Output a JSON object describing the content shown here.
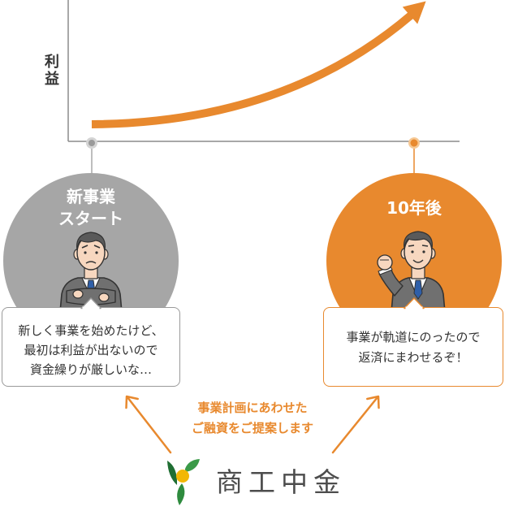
{
  "graph": {
    "y_axis_label": "利益",
    "curve_icon": "growth-arrow-icon"
  },
  "start": {
    "title_lines": [
      "新事業",
      "スタート"
    ],
    "speech_lines": [
      "新しく事業を始めたけど、",
      "最初は利益が出ないので",
      "資金繰りが厳しいな…"
    ],
    "icon": "worried-businessman-icon"
  },
  "after": {
    "title": "10年後",
    "speech_lines": [
      "事業が軌道にのったので",
      "返済にまわせるぞ！"
    ],
    "icon": "fist-pump-businessman-icon"
  },
  "proposal": {
    "lines": [
      "事業計画にあわせた",
      "ご融資をご提案します"
    ],
    "icon": "arrow-up-icon"
  },
  "logo": {
    "name": "商工中金",
    "icon": "shokochukin-logo-icon"
  },
  "colors": {
    "accent": "#E8892E",
    "neutral": "#A6A6A6",
    "axis": "#8C8C8C",
    "text": "#333333",
    "logo_green": "#2E8B3E",
    "logo_yellow": "#F2B705"
  }
}
